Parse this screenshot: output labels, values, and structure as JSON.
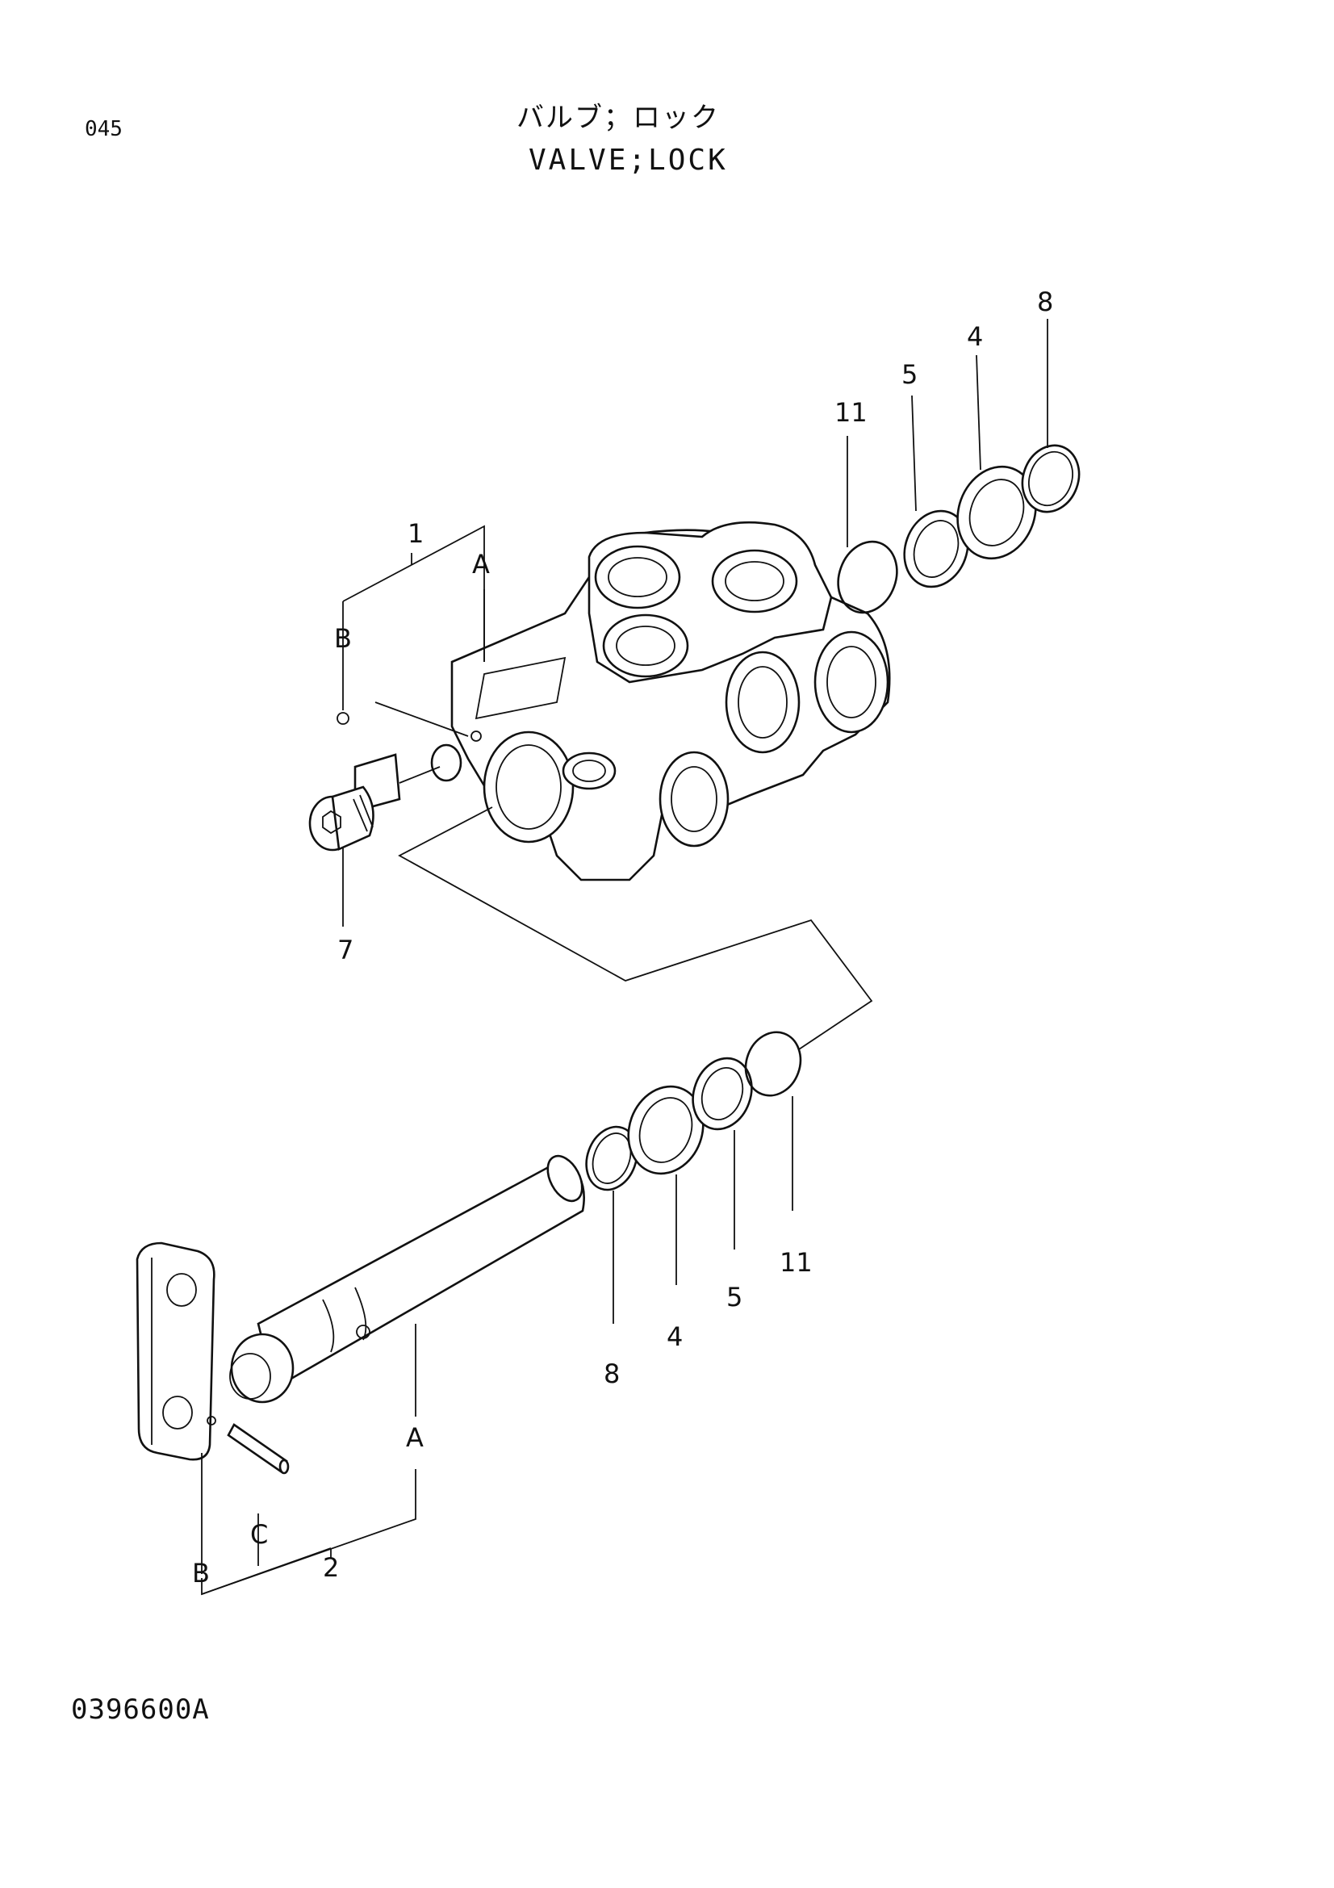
{
  "page_number": "045",
  "title_jp": "バルブ；ロック",
  "title_en": "VALVE;LOCK",
  "drawing_code": "0396600A",
  "callouts": {
    "c_1": "1",
    "c_A_top": "A",
    "c_B_top": "B",
    "c_7": "7",
    "c_11_top": "11",
    "c_5_top": "5",
    "c_4_top": "4",
    "c_8_top": "8",
    "c_8_bot": "8",
    "c_4_bot": "4",
    "c_5_bot": "5",
    "c_11_bot": "11",
    "c_A_bot": "A",
    "c_C": "C",
    "c_B_bot": "B",
    "c_2": "2"
  }
}
